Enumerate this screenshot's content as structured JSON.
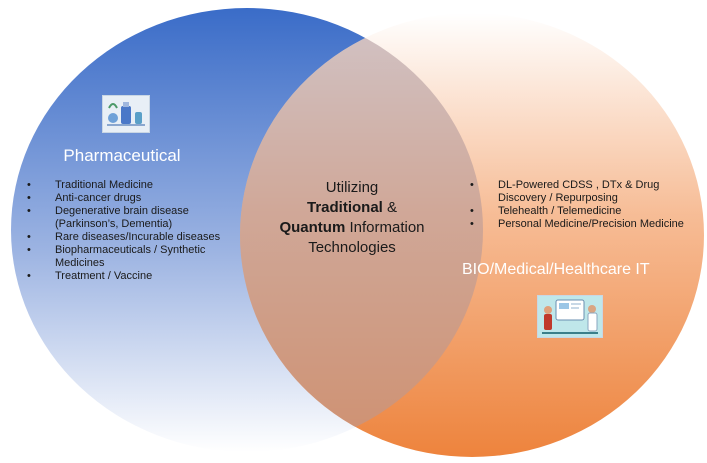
{
  "colors": {
    "left_top": "#3a6cc8",
    "left_bottom": "#ffffff",
    "right_top": "#ffffff",
    "right_bottom": "#ef7d32",
    "overlap": "#c89a8a",
    "text": "#1a1a1a"
  },
  "left": {
    "title": "Pharmaceutical",
    "icon": "pharmacy-illustration-icon",
    "items": [
      "Traditional Medicine",
      "Anti-cancer drugs",
      "Degenerative brain disease (Parkinson’s, Dementia)",
      "Rare diseases/Incurable diseases",
      "Biopharmaceuticals / Synthetic Medicines",
      "Treatment / Vaccine"
    ]
  },
  "right": {
    "title": "BIO/Medical/Healthcare IT",
    "icon": "telehealth-illustration-icon",
    "items": [
      "DL-Powered CDSS , DTx & Drug Discovery / Repurposing",
      "Telehealth / Telemedicine",
      "Personal Medicine/Precision Medicine"
    ]
  },
  "center": {
    "line1": "Utilizing",
    "traditional": "Traditional",
    "amp": " &",
    "quantum": "Quantum",
    "information": " Information",
    "line4": "Technologies"
  }
}
